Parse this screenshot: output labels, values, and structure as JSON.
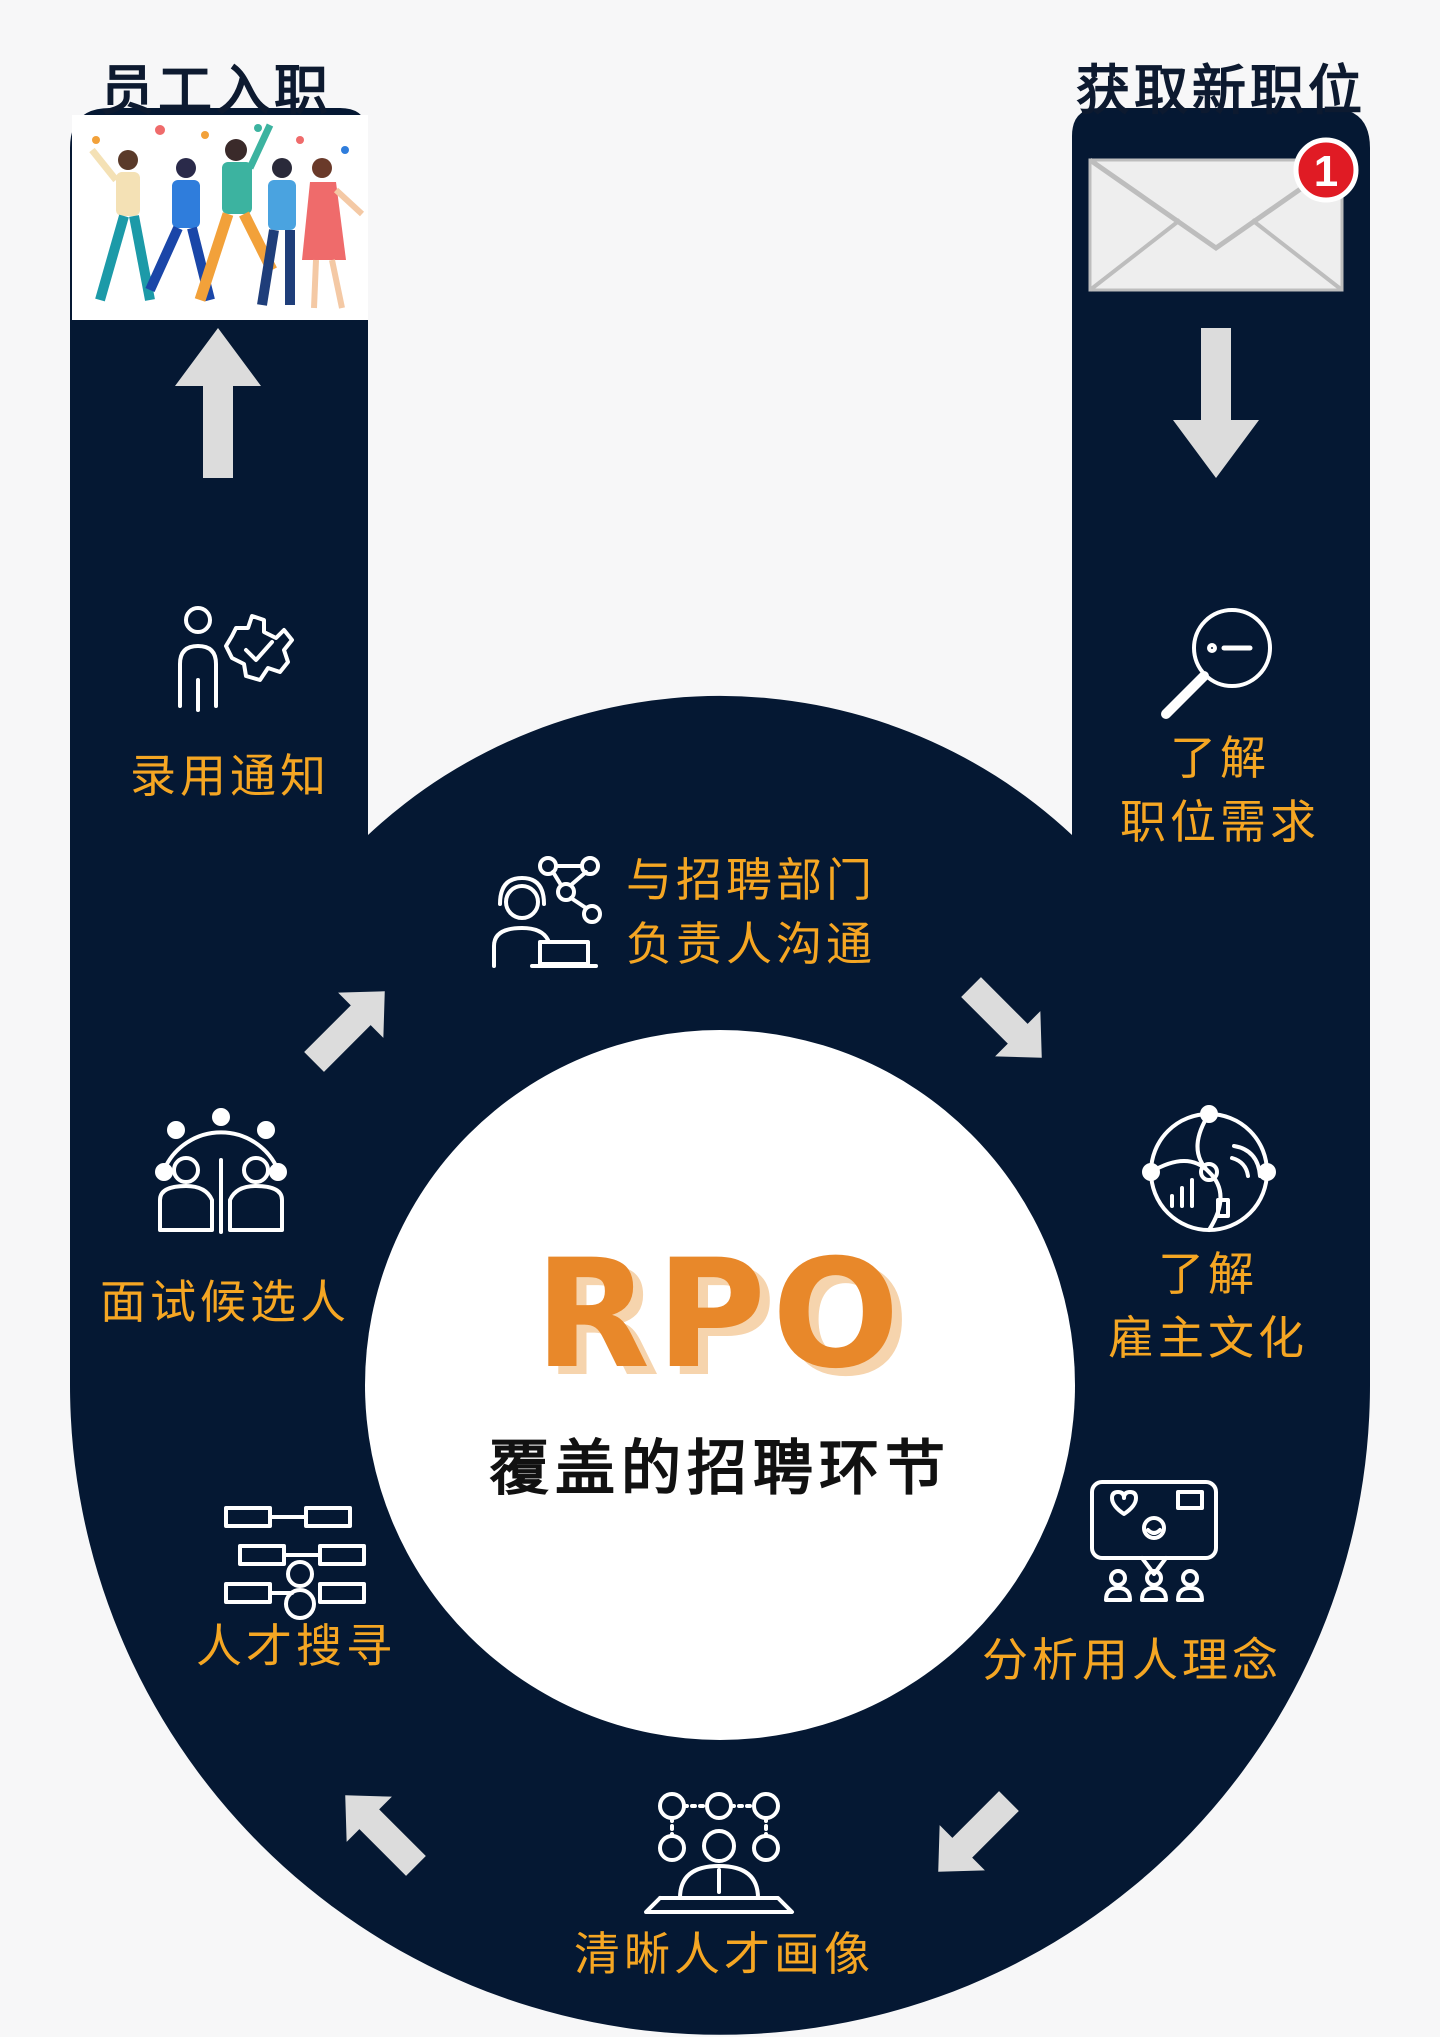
{
  "header": {
    "left_title": "员工入职",
    "right_title": "获取新职位"
  },
  "center": {
    "title": "RPO",
    "subtitle": "覆盖的招聘环节"
  },
  "steps": [
    {
      "lines": [
        "了解",
        "职位需求"
      ],
      "icon": "magnifier-icon"
    },
    {
      "lines": [
        "与招聘部门",
        "负责人沟通"
      ],
      "icon": "headset-network-icon"
    },
    {
      "lines": [
        "了解",
        "雇主文化"
      ],
      "icon": "culture-circle-icon"
    },
    {
      "lines": [
        "分析用人理念"
      ],
      "icon": "speech-board-team-icon"
    },
    {
      "lines": [
        "清晰人才画像"
      ],
      "icon": "talent-profile-icon"
    },
    {
      "lines": [
        "人才搜寻"
      ],
      "icon": "org-chart-search-icon"
    },
    {
      "lines": [
        "面试候选人"
      ],
      "icon": "interview-circle-icon"
    },
    {
      "lines": [
        "录用通知"
      ],
      "icon": "person-gear-check-icon"
    }
  ],
  "notification": {
    "badge_count": "1",
    "icon": "envelope-icon"
  },
  "illustration": {
    "icon": "celebrating-team-illustration"
  },
  "colors": {
    "track": "#051833",
    "background": "#f7f7f8",
    "label": "#f5a623",
    "accent": "#e8882a",
    "arrow": "#dcdcdc",
    "badge": "#e01b24"
  }
}
